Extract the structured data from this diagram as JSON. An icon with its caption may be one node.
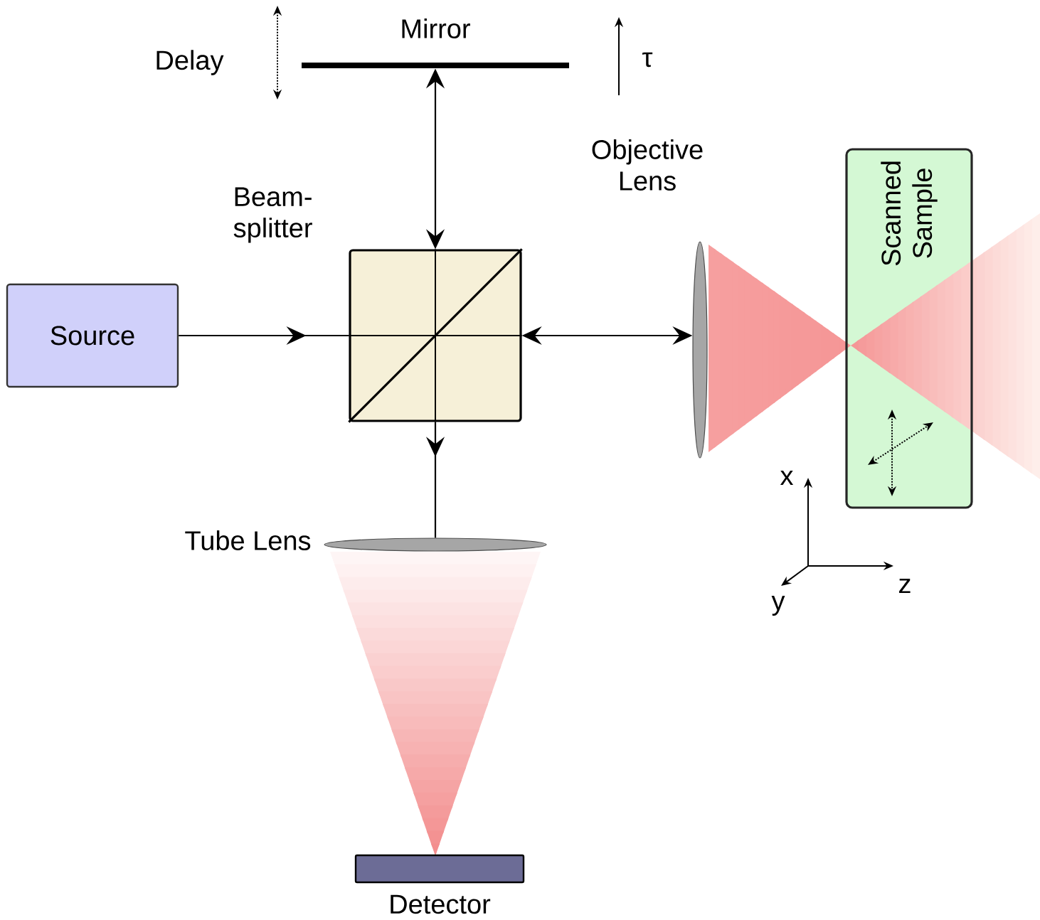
{
  "diagram": {
    "nodes": [
      {
        "text": [
          "Source"
        ]
      },
      {
        "text": [
          "Beam-splitter"
        ]
      },
      {
        "text": [
          "Mirror"
        ]
      },
      {
        "text": [
          "Objective Lens"
        ]
      },
      {
        "text": [
          "Scanned Sample"
        ]
      },
      {
        "text": [
          "Tube Lens"
        ]
      },
      {
        "text": [
          "Detector"
        ]
      }
    ],
    "edges": [
      {
        "from": 0,
        "to": 1,
        "arrow": "to"
      },
      {
        "from": 1,
        "to": 2,
        "arrow": "both"
      },
      {
        "from": 1,
        "to": 3,
        "arrow": "both"
      },
      {
        "from": 1,
        "to": 5,
        "arrow": "to"
      }
    ],
    "labels": [
      "Delay",
      "τ",
      "x",
      "y",
      "z"
    ]
  }
}
